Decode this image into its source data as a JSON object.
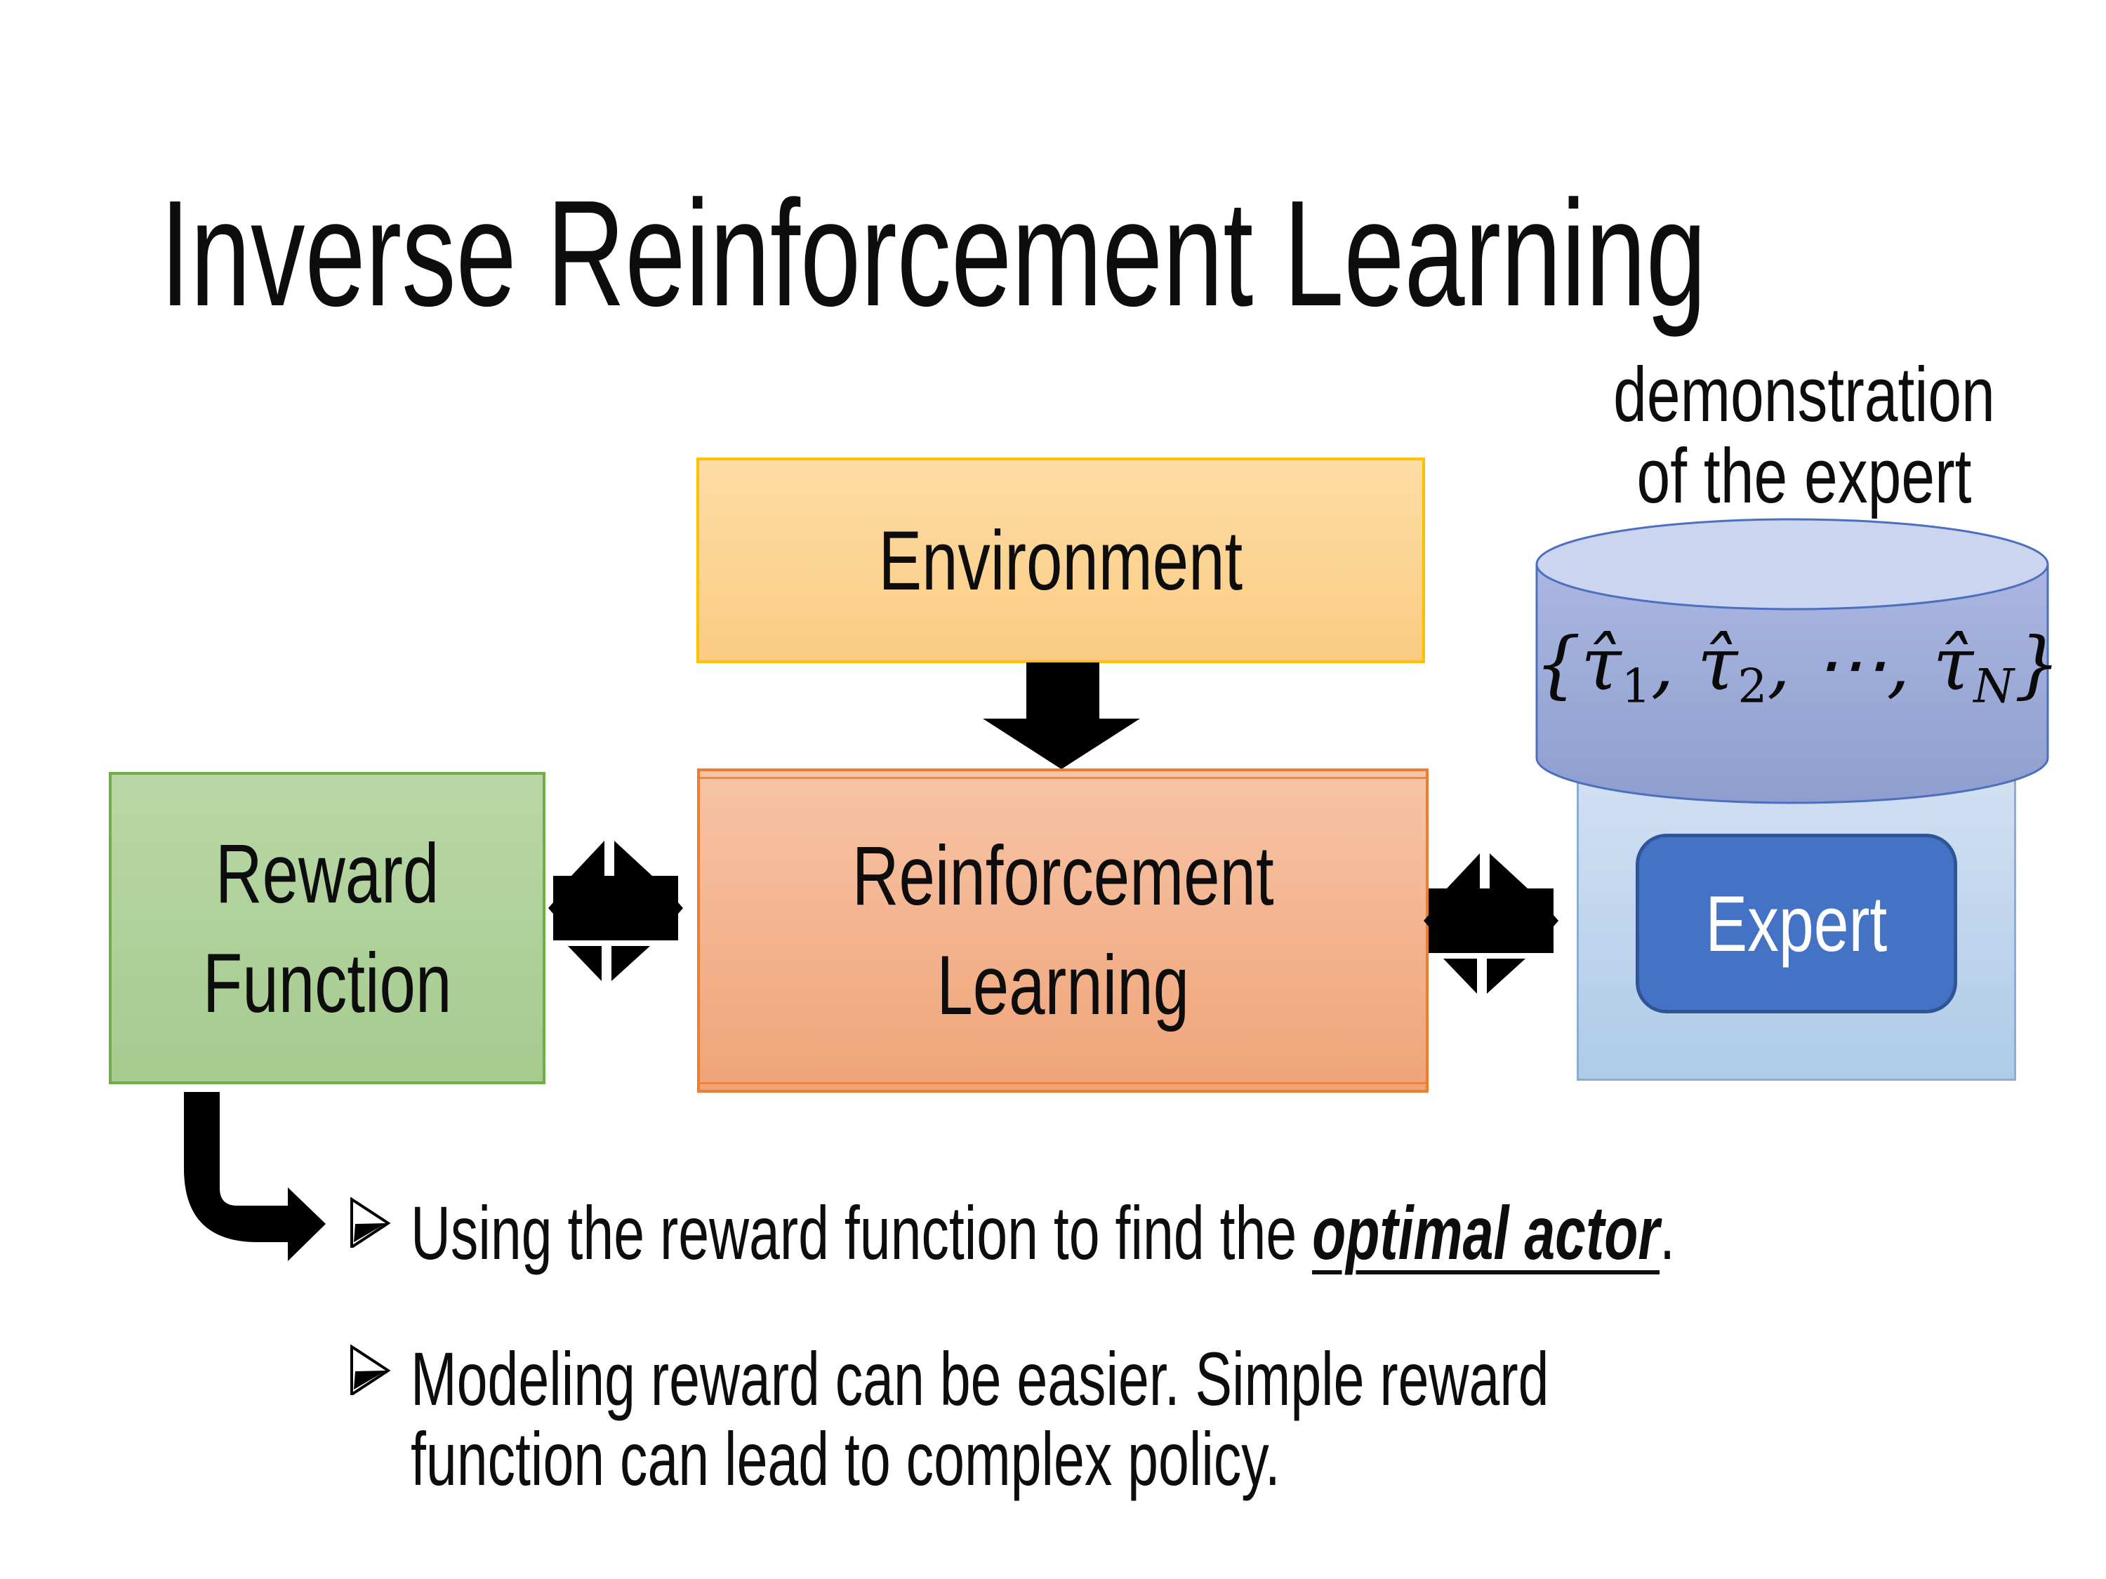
{
  "slide": {
    "title": "Inverse Reinforcement Learning",
    "expert_annotation": {
      "line1": "demonstration",
      "line2": "of the expert"
    },
    "environment_box": {
      "label": "Environment"
    },
    "reward_box": {
      "line1": "Reward",
      "line2": "Function"
    },
    "rl_box": {
      "line1": "Reinforcement",
      "line2": "Learning"
    },
    "expert_container": {
      "button_label": "Expert"
    },
    "demonstration_cylinder": {
      "formula": {
        "open": "{",
        "tau_hat": "τ̂",
        "sub_1": "1",
        "sub_2": "2",
        "sub_n": "N",
        "comma": ", ",
        "dots": "⋯",
        "comma_after_dots": ", ",
        "close": "}"
      }
    },
    "bullets": {
      "marker_glyph": "➢",
      "bullet_1": {
        "pre": "Using the reward function to find the ",
        "emphasis": "optimal actor",
        "post": "."
      },
      "bullet_2": {
        "line1": "Modeling reward can be easier. Simple reward",
        "line2": "function can lead to complex policy."
      }
    }
  },
  "icons": {
    "down_arrow": "down-arrow-icon",
    "double_exchange_arrow": "double-exchange-arrow-icon",
    "elbow_arrow": "elbow-arrow-icon",
    "bullet_arrowhead": "arrowhead-bullet-icon",
    "database_cylinder": "database-cylinder-icon"
  },
  "colors": {
    "text_black": "#0D0D0D",
    "arrow_black": "#000000",
    "env_border": "#FFC000",
    "env_fill_top": "#FDDCA5",
    "env_fill_bottom": "#FBCC82",
    "green_border": "#70AD47",
    "green_fill_top": "#B9D7A6",
    "green_fill_bottom": "#A5CB8F",
    "orange_border": "#ED7D31",
    "orange_fill_top": "#F7C4A6",
    "orange_fill_bottom": "#EFA478",
    "container_border": "#8CACD6",
    "container_fill_top": "#D3E1F3",
    "container_fill_bottom": "#AECBE8",
    "cylinder_stroke": "#4C6FBF",
    "cylinder_fill_top": "#ABB7E1",
    "cylinder_fill_bottom": "#8E9ECF",
    "cylinder_top_fill": "#CBD5F0",
    "expert_fill": "#4472C4",
    "expert_border": "#2F5597",
    "expert_text": "#FFFFFF"
  }
}
